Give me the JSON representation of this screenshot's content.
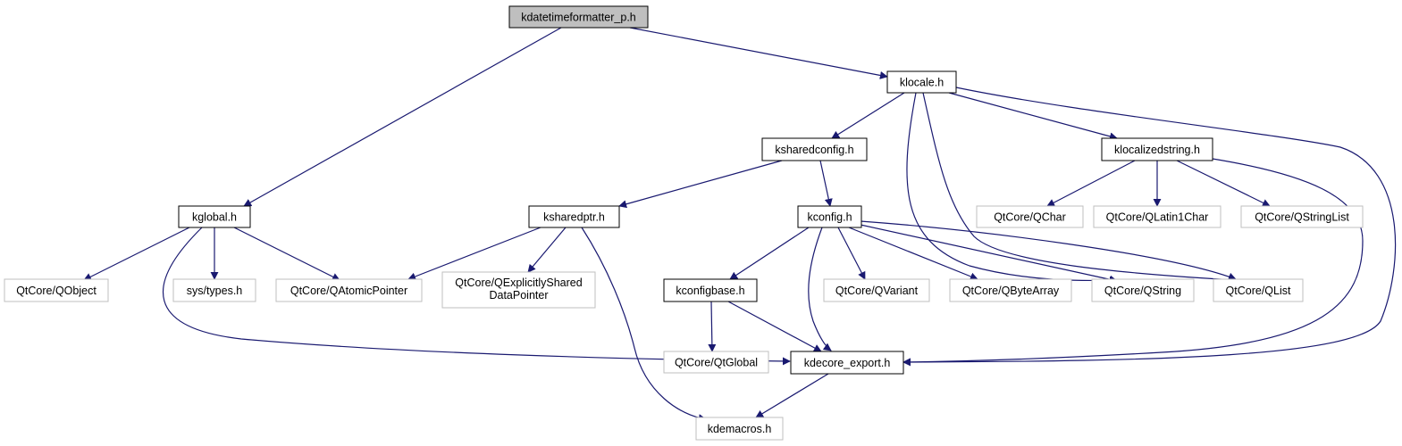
{
  "diagram": {
    "edge_color": "#191970",
    "nodes": {
      "root": {
        "label": "kdatetimeformatter_p.h",
        "kind": "root"
      },
      "kglobal": {
        "label": "kglobal.h",
        "kind": "internal"
      },
      "klocale": {
        "label": "klocale.h",
        "kind": "internal"
      },
      "ksharedconfig": {
        "label": "ksharedconfig.h",
        "kind": "internal"
      },
      "klocalizedstring": {
        "label": "klocalizedstring.h",
        "kind": "internal"
      },
      "ksharedptr": {
        "label": "ksharedptr.h",
        "kind": "internal"
      },
      "kconfig": {
        "label": "kconfig.h",
        "kind": "internal"
      },
      "kconfigbase": {
        "label": "kconfigbase.h",
        "kind": "internal"
      },
      "kdecore_export": {
        "label": "kdecore_export.h",
        "kind": "internal"
      },
      "qobject": {
        "label": "QtCore/QObject",
        "kind": "external"
      },
      "systypes": {
        "label": "sys/types.h",
        "kind": "external"
      },
      "qatomicpointer": {
        "label": "QtCore/QAtomicPointer",
        "kind": "external"
      },
      "qexplicitly_l1": {
        "label": "QtCore/QExplicitlyShared",
        "kind": "external"
      },
      "qexplicitly_l2": {
        "label": "DataPointer",
        "kind": "external"
      },
      "qvariant": {
        "label": "QtCore/QVariant",
        "kind": "external"
      },
      "qbytearray": {
        "label": "QtCore/QByteArray",
        "kind": "external"
      },
      "qstring": {
        "label": "QtCore/QString",
        "kind": "external"
      },
      "qlist": {
        "label": "QtCore/QList",
        "kind": "external"
      },
      "qchar": {
        "label": "QtCore/QChar",
        "kind": "external"
      },
      "qlatin1char": {
        "label": "QtCore/QLatin1Char",
        "kind": "external"
      },
      "qstringlist": {
        "label": "QtCore/QStringList",
        "kind": "external"
      },
      "qglobal": {
        "label": "QtCore/QtGlobal",
        "kind": "external"
      },
      "kdemacros": {
        "label": "kdemacros.h",
        "kind": "external"
      }
    }
  }
}
